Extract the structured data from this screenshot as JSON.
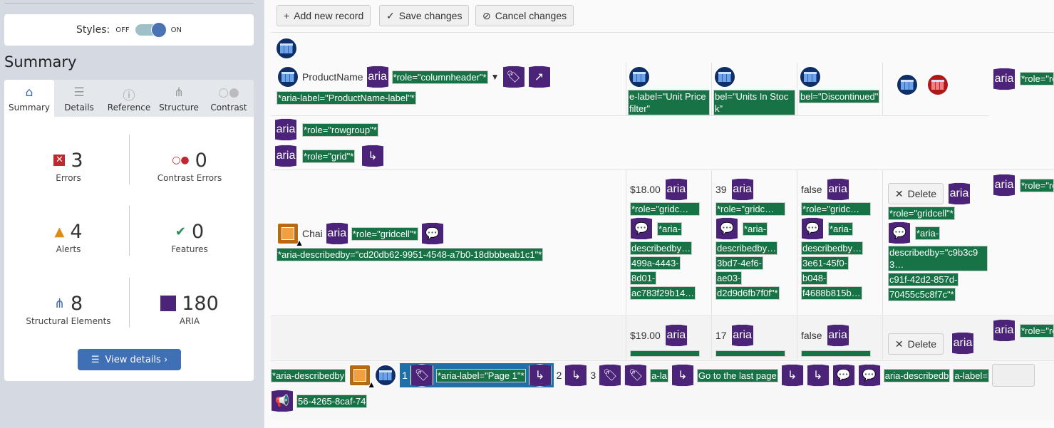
{
  "sidebar": {
    "styles_label": "Styles:",
    "off": "OFF",
    "on": "ON",
    "summary_title": "Summary",
    "tabs": [
      {
        "label": "Summary",
        "icon": "home-icon"
      },
      {
        "label": "Details",
        "icon": "list-icon"
      },
      {
        "label": "Reference",
        "icon": "info-icon"
      },
      {
        "label": "Structure",
        "icon": "structure-icon"
      },
      {
        "label": "Contrast",
        "icon": "contrast-icon"
      }
    ],
    "stats": [
      {
        "count": "3",
        "label": "Errors"
      },
      {
        "count": "0",
        "label": "Contrast Errors"
      },
      {
        "count": "4",
        "label": "Alerts"
      },
      {
        "count": "0",
        "label": "Features"
      },
      {
        "count": "8",
        "label": "Structural Elements"
      },
      {
        "count": "180",
        "label": "ARIA"
      }
    ],
    "view_details": "View details ›"
  },
  "toolbar": {
    "add": "Add new record",
    "save": "Save changes",
    "cancel": "Cancel changes"
  },
  "grid": {
    "aria": "aria",
    "header": {
      "product_name": "ProductName",
      "role_colheader": "*role=\"columnheader\"*",
      "aria_label_pn": "*aria-label=\"ProductName-label\"*",
      "unit_price": "e-label=\"Unit Price filter\"",
      "units_in_stock": "bel=\"Units In Stock\"",
      "discontinued": "bel=\"Discontinued\"",
      "role_row": "*role=\"row\"*"
    },
    "role_rowgroup": "*role=\"rowgroup\"*",
    "role_grid": "*role=\"grid\"*",
    "role_gridcell": "*role=\"gridcell\"*",
    "role_gridc": "*role=\"gridc…",
    "rows": [
      {
        "name": "Chai",
        "describedby": "*aria-describedby=\"cd20db62-9951-4548-a7b0-18dbbbeab1c1\"*",
        "price": "$18.00",
        "stock": "39",
        "disc": "false",
        "price_desc": [
          "*aria-",
          "describedby…",
          "499a-4443-",
          "8d01-",
          "ac783f29b14…"
        ],
        "stock_desc": [
          "*aria-",
          "describedby…",
          "3bd7-4ef6-",
          "ae03-",
          "d2d9d6fb7f0f\"*"
        ],
        "disc_desc": [
          "*aria-",
          "describedby…",
          "3e61-45f0-",
          "b048-",
          "f4688b815b…"
        ],
        "cmd_desc": [
          "*aria-",
          "describedby=\"c9b3c93…",
          "c91f-42d2-857d-",
          "70455c5c8f7c\"*"
        ]
      },
      {
        "price": "$19.00",
        "stock": "17",
        "disc": "false"
      }
    ],
    "delete": "Delete"
  },
  "pager": {
    "desc": "*aria-describedby",
    "p1": "1",
    "p1_label": "*aria-label=\"Page 1\"*",
    "p2": "2",
    "p3": "3",
    "label_frag": "a-la",
    "go_last": "Go to the last page",
    "describedby_frag": "aria-describedb",
    "label_frag2": "a-label=",
    "guid": "56-4265-8caf-74"
  }
}
